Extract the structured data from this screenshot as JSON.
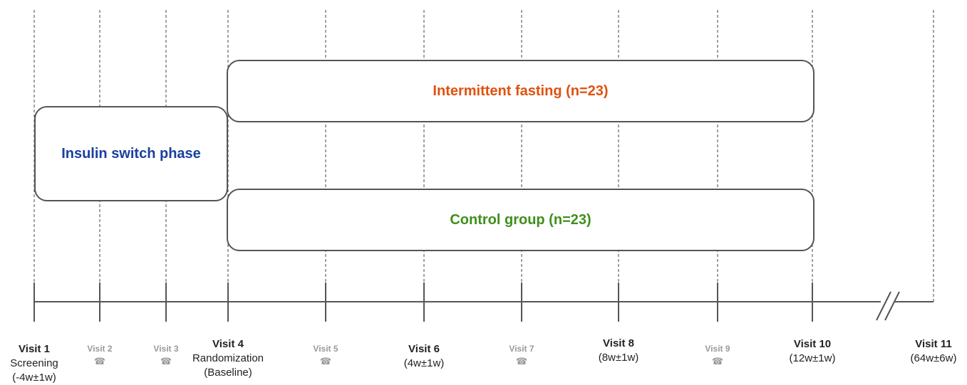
{
  "phases": {
    "switch": {
      "label": "Insulin switch phase",
      "color": "#1a3fa0"
    },
    "fasting": {
      "label": "Intermittent fasting (n=23)",
      "color": "#e0510f"
    },
    "control": {
      "label": "Control group (n=23)",
      "color": "#3f8f1a"
    }
  },
  "visits": [
    {
      "title": "Visit 1",
      "sub": [
        "Screening",
        "(-4w±1w)"
      ],
      "minor": false
    },
    {
      "title": "Visit 2",
      "icon": "phone-icon",
      "minor": true
    },
    {
      "title": "Visit 3",
      "icon": "phone-icon",
      "minor": true
    },
    {
      "title": "Visit 4",
      "sub": [
        "Randomization",
        "(Baseline)"
      ],
      "minor": false
    },
    {
      "title": "Visit 5",
      "icon": "phone-icon",
      "minor": true
    },
    {
      "title": "Visit 6",
      "sub": [
        "(4w±1w)"
      ],
      "minor": false
    },
    {
      "title": "Visit 7",
      "icon": "phone-icon",
      "minor": true
    },
    {
      "title": "Visit 8",
      "sub": [
        "(8w±1w)"
      ],
      "minor": false
    },
    {
      "title": "Visit 9",
      "icon": "phone-icon",
      "minor": true
    },
    {
      "title": "Visit 10",
      "sub": [
        "(12w±1w)"
      ],
      "minor": false
    },
    {
      "title": "Visit 11",
      "sub": [
        "(64w±6w)"
      ],
      "minor": false
    }
  ],
  "phone_glyph": "☎"
}
